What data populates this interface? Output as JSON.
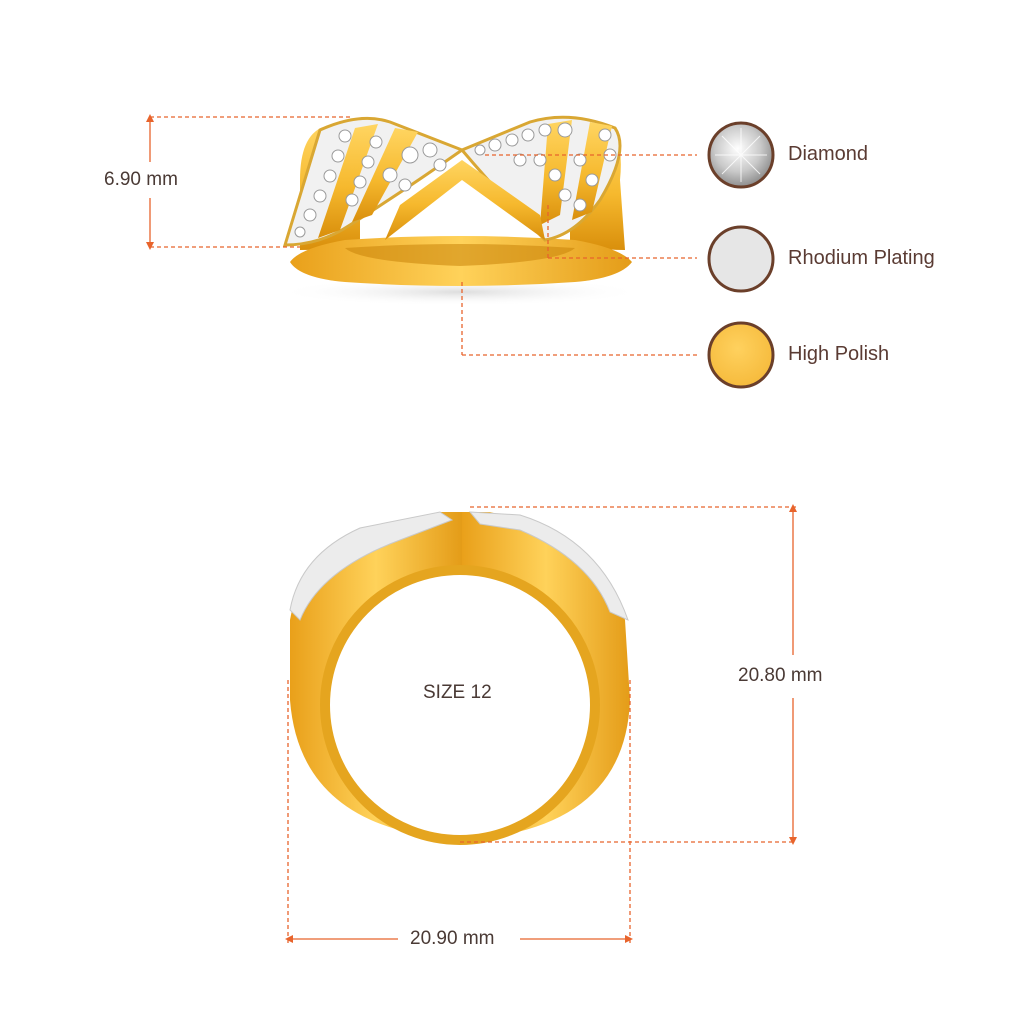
{
  "dimensions": {
    "height_top_view": "6.90 mm",
    "ring_height": "20.80 mm",
    "ring_width": "20.90 mm"
  },
  "size_label": "SIZE 12",
  "legend": [
    {
      "label": "Diamond",
      "icon": "diamond-swatch-icon"
    },
    {
      "label": "Rhodium Plating",
      "icon": "rhodium-swatch-icon"
    },
    {
      "label": "High Polish",
      "icon": "gold-swatch-icon"
    }
  ],
  "colors": {
    "accent": "#e8642c",
    "gold": "#f7c04a",
    "gold_dark": "#d99a12",
    "rhodium": "#e6e6e6",
    "ring_outline": "#6b3f2a"
  }
}
